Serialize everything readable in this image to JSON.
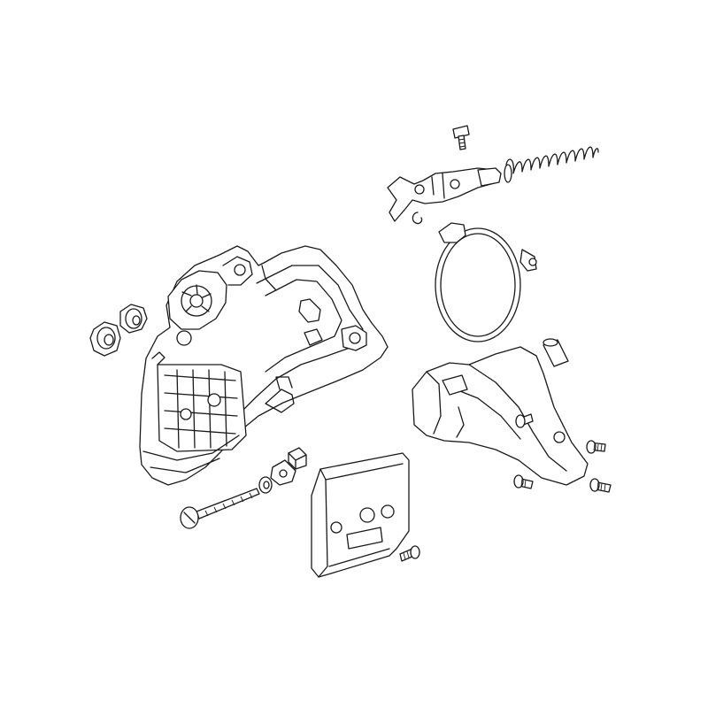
{
  "diagram": {
    "kind": "exploded-parts-drawing",
    "line_color": "#1a1a1a",
    "background": "#ffffff",
    "parts": [
      {
        "id": "chain-sprocket-cover",
        "icon": "housing-icon"
      },
      {
        "id": "collar-nut-large",
        "icon": "nut-icon"
      },
      {
        "id": "collar-nut-small",
        "icon": "nut-icon"
      },
      {
        "id": "tensioner-screw",
        "icon": "screw-icon"
      },
      {
        "id": "washer",
        "icon": "washer-icon"
      },
      {
        "id": "tensioner-slide",
        "icon": "slide-icon"
      },
      {
        "id": "chain-catcher",
        "icon": "block-icon"
      },
      {
        "id": "guide-plate",
        "icon": "plate-icon"
      },
      {
        "id": "guide-plate-screw",
        "icon": "screw-icon"
      },
      {
        "id": "lever-screw",
        "icon": "screw-icon"
      },
      {
        "id": "brake-lever-assembly",
        "icon": "lever-icon"
      },
      {
        "id": "compression-spring",
        "icon": "spring-icon"
      },
      {
        "id": "e-clip",
        "icon": "clip-icon"
      },
      {
        "id": "brake-band",
        "icon": "band-icon"
      },
      {
        "id": "sleeve",
        "icon": "sleeve-icon"
      },
      {
        "id": "brake-cover",
        "icon": "housing-icon"
      },
      {
        "id": "cover-screw",
        "icon": "screw-icon"
      }
    ]
  }
}
